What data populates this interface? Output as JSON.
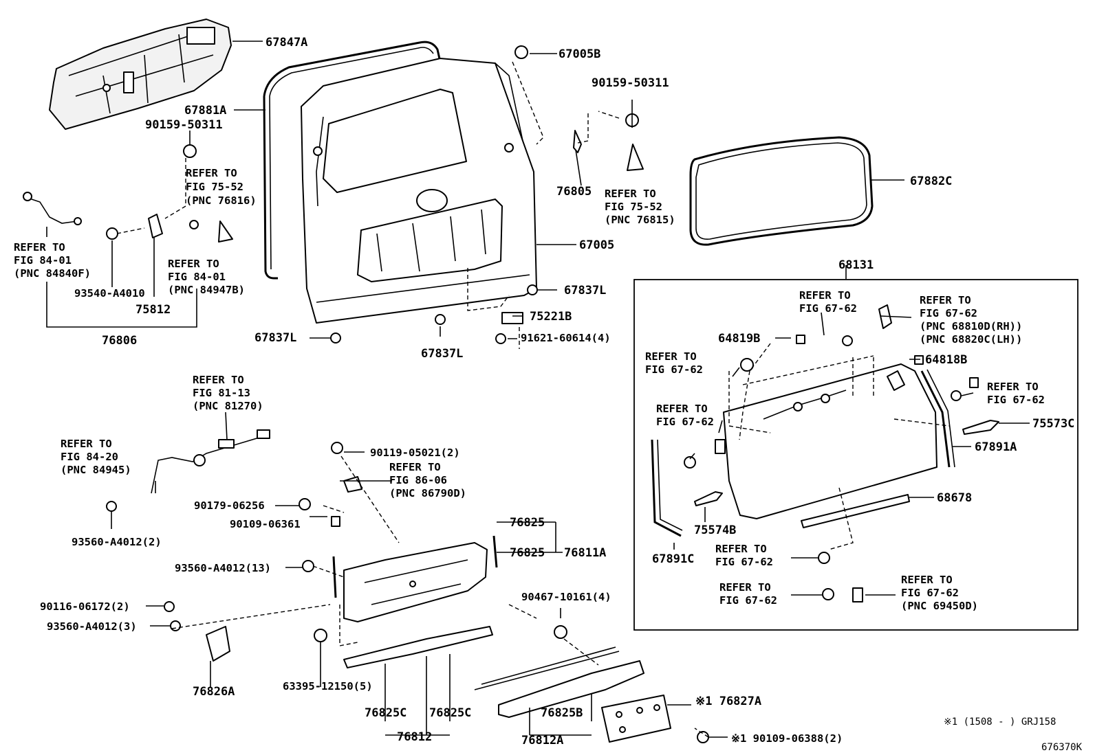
{
  "diagram_code": "676370K",
  "footnote": "※1 (1508 -   ) GRJ158",
  "refer_to": "REFER TO",
  "labels": {
    "p67847A": "67847A",
    "p67881A": "67881A",
    "p67005B": "67005B",
    "p90159a": "90159-50311",
    "p90159b": "90159-50311",
    "p76805": "76805",
    "p67882C": "67882C",
    "p67005": "67005",
    "p68131": "68131",
    "p67837L_r": "67837L",
    "p67837L_l": "67837L",
    "p67837L_c": "67837L",
    "p75221B": "75221B",
    "p91621": "91621-60614(4)",
    "p93540": "93540-A4010",
    "p75812": "75812",
    "p76806": "76806",
    "p64819B": "64819B",
    "p64818B": "64818B",
    "p75573C": "75573C",
    "p67891A": "67891A",
    "p68678": "68678",
    "p75574B": "75574B",
    "p67891C": "67891C",
    "p90119": "90119-05021(2)",
    "p90179": "90179-06256",
    "p90109a": "90109-06361",
    "p76825a": "76825",
    "p76825b": "76825",
    "p76811A": "76811A",
    "p93560a": "93560-A4012(2)",
    "p93560b": "93560-A4012(13)",
    "p90116": "90116-06172(2)",
    "p93560c": "93560-A4012(3)",
    "p76826A": "76826A",
    "p63395": "63395-12150(5)",
    "p76825C_a": "76825C",
    "p76825C_b": "76825C",
    "p76812": "76812",
    "p90467": "90467-10161(4)",
    "p76825B": "76825B",
    "p76812A": "76812A",
    "p76827A": "※1 76827A",
    "p90109b": "※1 90109-06388(2)"
  },
  "refs": {
    "fig7552a": [
      "FIG 75-52",
      "(PNC 76816)"
    ],
    "fig7552b": [
      "FIG 75-52",
      "(PNC 76815)"
    ],
    "fig8401a": [
      "FIG 84-01",
      "(PNC 84840F)"
    ],
    "fig8401b": [
      "FIG 84-01",
      "(PNC 84947B)"
    ],
    "fig8113": [
      "FIG 81-13",
      "(PNC 81270)"
    ],
    "fig8420": [
      "FIG 84-20",
      "(PNC 84945)"
    ],
    "fig8606": [
      "FIG 86-06",
      "(PNC 86790D)"
    ],
    "fig6762_top": [
      "FIG 67-62"
    ],
    "fig6762_hinge": [
      "FIG 67-62",
      "(PNC 68810D(RH))",
      "(PNC 68820C(LH))"
    ],
    "fig6762_left1": [
      "FIG 67-62"
    ],
    "fig6762_left2": [
      "FIG 67-62"
    ],
    "fig6762_right": [
      "FIG 67-62"
    ],
    "fig6762_bot1": [
      "FIG 67-62"
    ],
    "fig6762_bot2": [
      "FIG 67-62"
    ],
    "fig6762_bot3": [
      "FIG 67-62",
      "(PNC 69450D)"
    ]
  }
}
